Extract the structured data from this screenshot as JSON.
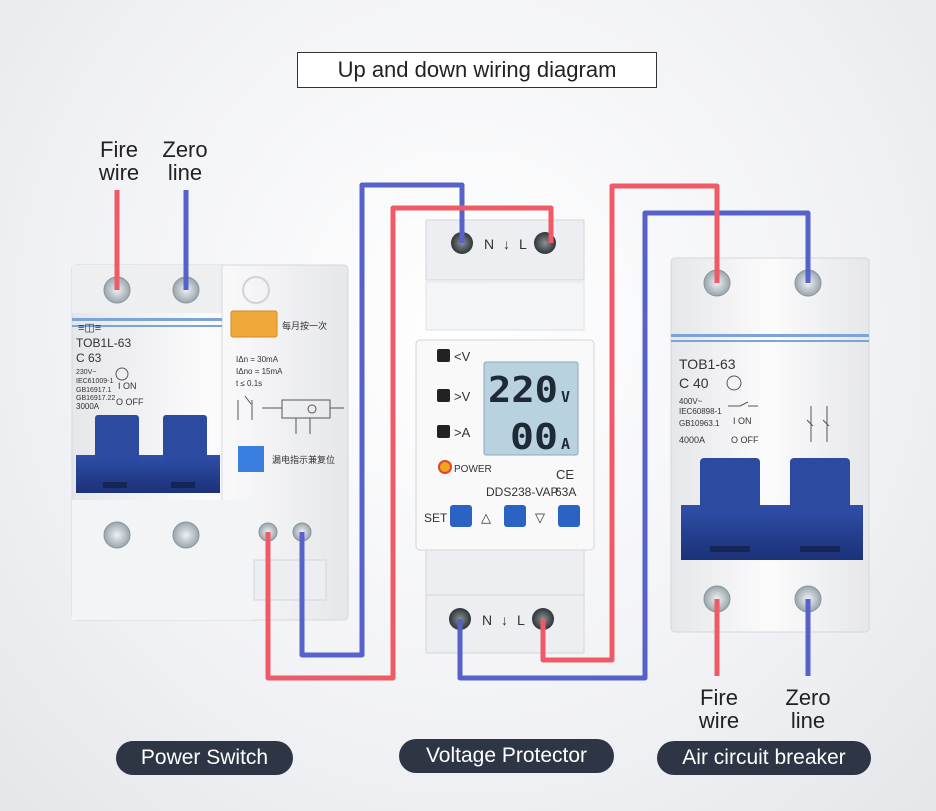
{
  "title": "Up and down wiring diagram",
  "labels": {
    "input_fire": "Fire\nwire",
    "input_zero": "Zero\nline",
    "output_fire": "Fire\nwire",
    "output_zero": "Zero\nline"
  },
  "captions": {
    "power_switch": "Power Switch",
    "voltage_protector": "Voltage Protector",
    "air_breaker": "Air circuit breaker"
  },
  "power_switch": {
    "model": "TOB1L-63",
    "rating": "C 63",
    "specs": [
      "230V~",
      "IEC61009-1",
      "GB16917.1",
      "GB16917.22",
      "3000A"
    ],
    "on_label": "I ON",
    "off_label": "O OFF",
    "test_note": "每月按一次",
    "residual": [
      "IΔn = 30mA",
      "IΔno = 15mA",
      "t ≤ 0.1s"
    ],
    "reset_note": "漏电指示兼复位"
  },
  "protector": {
    "voltage": "220",
    "voltage_unit": "V",
    "current": "00",
    "current_unit": "A",
    "btn_under_v": "<V",
    "btn_over_v": ">V",
    "btn_over_a": ">A",
    "power_label": "POWER",
    "ce": "CE",
    "model": "DDS238-VAP",
    "rating": "63A",
    "set": "SET",
    "up": "△",
    "down": "▽",
    "terminal_n": "N",
    "terminal_l": "L"
  },
  "air_breaker": {
    "model": "TOB1-63",
    "rating": "C 40",
    "specs": [
      "400V~",
      "IEC60898-1",
      "GB10963.1",
      "4000A"
    ],
    "on_label": "I ON",
    "off_label": "O OFF"
  },
  "colors": {
    "fire": "#ef5a66",
    "zero": "#5662c9",
    "handle": "#233e8f",
    "pill": "#2e3545",
    "lcd": "#b9d2e0"
  }
}
